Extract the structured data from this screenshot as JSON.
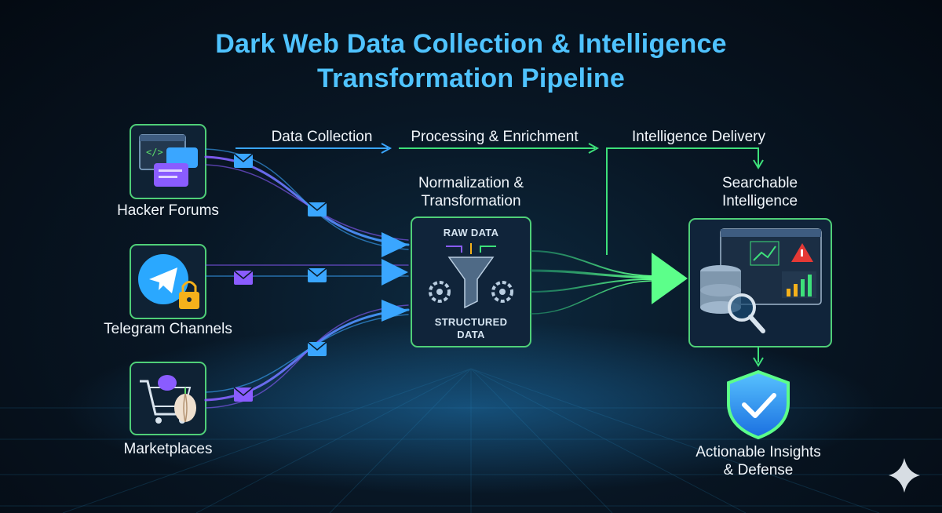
{
  "title": {
    "line1": "Dark Web Data Collection & Intelligence",
    "line2": "Transformation Pipeline"
  },
  "stages": {
    "collection": "Data Collection",
    "processing": "Processing & Enrichment",
    "delivery": "Intelligence Delivery"
  },
  "sources": [
    {
      "label": "Hacker Forums",
      "icon": "forum-chat-icon"
    },
    {
      "label": "Telegram Channels",
      "icon": "telegram-lock-icon"
    },
    {
      "label": "Marketplaces",
      "icon": "cart-onion-icon"
    }
  ],
  "processing": {
    "heading_line1": "Normalization &",
    "heading_line2": "Transformation",
    "raw_label": "RAW DATA",
    "structured_line1": "STRUCTURED",
    "structured_line2": "DATA"
  },
  "intelligence": {
    "heading_line1": "Searchable",
    "heading_line2": "Intelligence"
  },
  "outcome": {
    "line1": "Actionable Insights",
    "line2": "& Defense"
  },
  "colors": {
    "title": "#4fc3ff",
    "card_border": "#4fcf78",
    "stream_blue": "#3aa6ff",
    "stream_purple": "#8a5cff",
    "stream_green": "#3de07a",
    "shield": "#2f9bff"
  }
}
